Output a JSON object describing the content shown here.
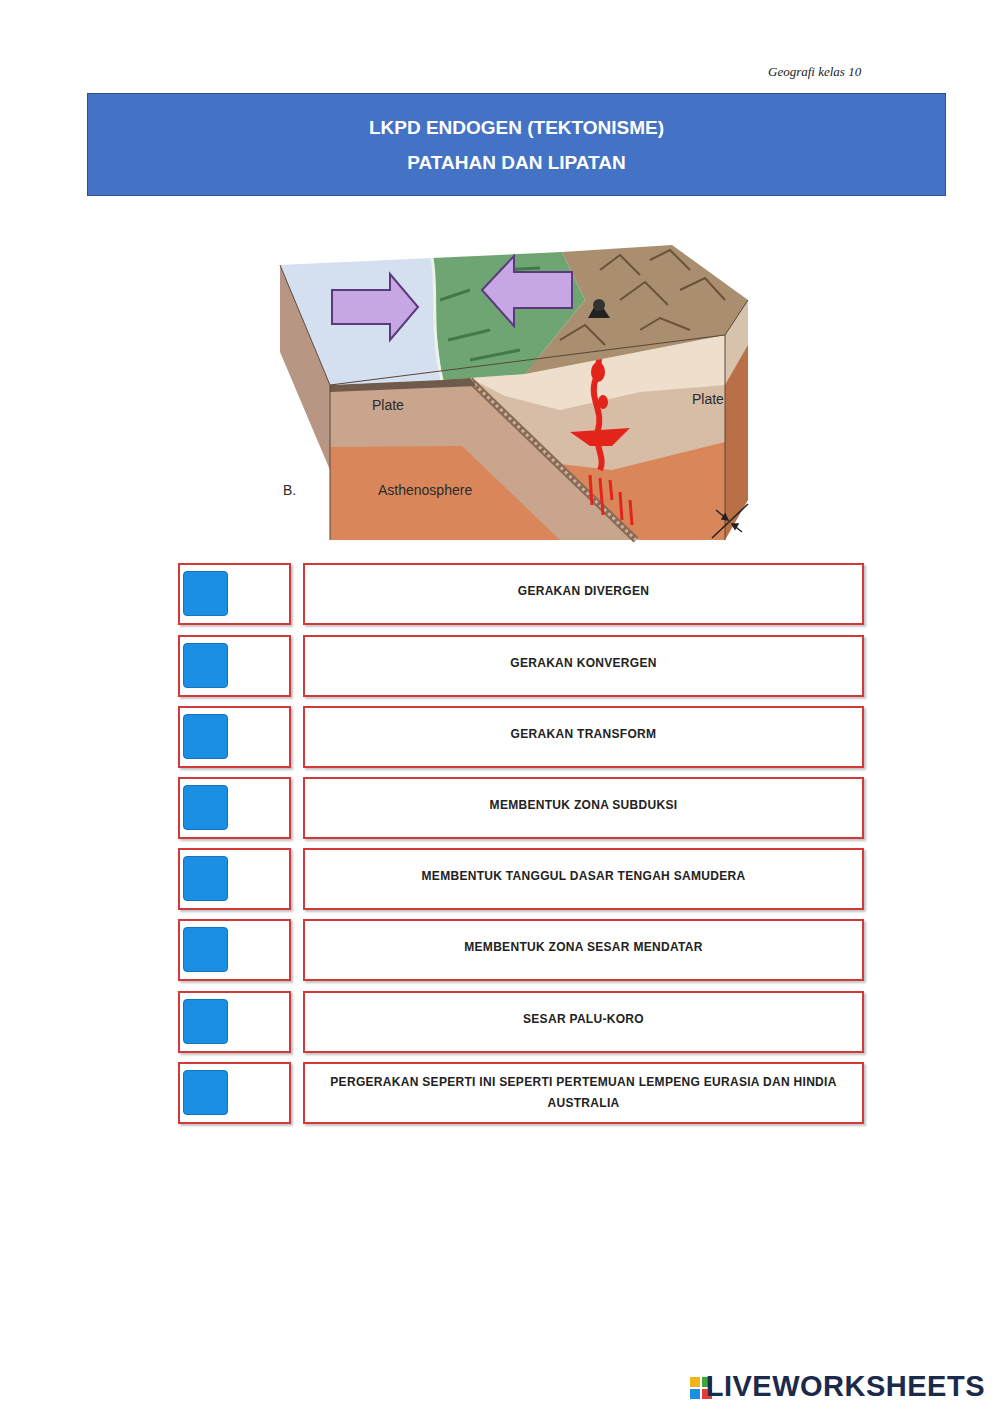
{
  "diagram": {
    "title": "LKPD ENDOGEN (TEKTONISME) PATAHAN DAN LIPATAN",
    "nodes": [
      {
        "text": [
          "GERAKAN DIVERGEN"
        ]
      },
      {
        "text": [
          "GERAKAN KONVERGEN"
        ]
      },
      {
        "text": [
          "GERAKAN TRANSFORM"
        ]
      },
      {
        "text": [
          "MEMBENTUK ZONA SUBDUKSI"
        ]
      },
      {
        "text": [
          "MEMBENTUK TANGGUL DASAR TENGAH SAMUDERA"
        ]
      },
      {
        "text": [
          "MEMBENTUK ZONA SESAR MENDATAR"
        ]
      },
      {
        "text": [
          "SESAR PALU-KORO"
        ]
      },
      {
        "text": [
          "PERGERAKAN SEPERTI INI SEPERTI PERTEMUAN LEMPENG EURASIA DAN HINDIA AUSTRALIA"
        ]
      }
    ],
    "labels": [
      "Geografi kelas 10",
      "Plate",
      "Plate",
      "B.",
      "Asthenosphere",
      "LIVEWORKSHEETS"
    ]
  }
}
